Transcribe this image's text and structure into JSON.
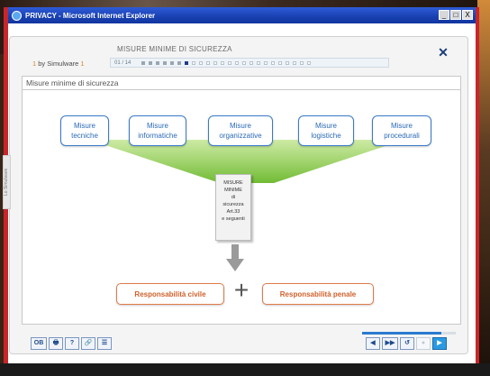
{
  "window": {
    "title": "PRIVACY - Microsoft Internet Explorer",
    "min_label": "_",
    "max_label": "□",
    "close_label": "X"
  },
  "header": {
    "title": "MISURE MINIME DI SICUREZZA",
    "breadcrumb_prefix": "1",
    "breadcrumb_text": "by Simulware",
    "breadcrumb_suffix": "1",
    "page_counter": "01 / 14",
    "total_steps": 24,
    "current_step": 7,
    "close_label": "✕"
  },
  "side_tab": {
    "label": "Lo Simulware"
  },
  "content": {
    "title": "Misure minime di sicurezza",
    "categories": [
      {
        "line1": "Misure",
        "line2": "tecniche"
      },
      {
        "line1": "Misure",
        "line2": "informatiche"
      },
      {
        "line1": "Misure",
        "line2": "organizzative"
      },
      {
        "line1": "Misure",
        "line2": "logistiche"
      },
      {
        "line1": "Misure",
        "line2": "procedurali"
      }
    ],
    "center_doc": {
      "lines": [
        "MISURE",
        "MINIME",
        "di",
        "sicurezza",
        "Art.33",
        "e seguenti"
      ]
    },
    "plus_symbol": "+",
    "responsibilities": {
      "civil": "Responsabilità civile",
      "penal": "Responsabilità penale"
    }
  },
  "toolbar": {
    "left": [
      "OB",
      "🖶",
      "?",
      "🔗",
      "☰"
    ],
    "right": [
      "◀",
      "▶▶",
      "↺",
      "●",
      "▶"
    ],
    "progress": 0.85
  },
  "colors": {
    "category_border": "#3a7ac8",
    "responsibility_border": "#e07a4a",
    "funnel": "#8cc63f",
    "window_border": "#c8262a"
  }
}
